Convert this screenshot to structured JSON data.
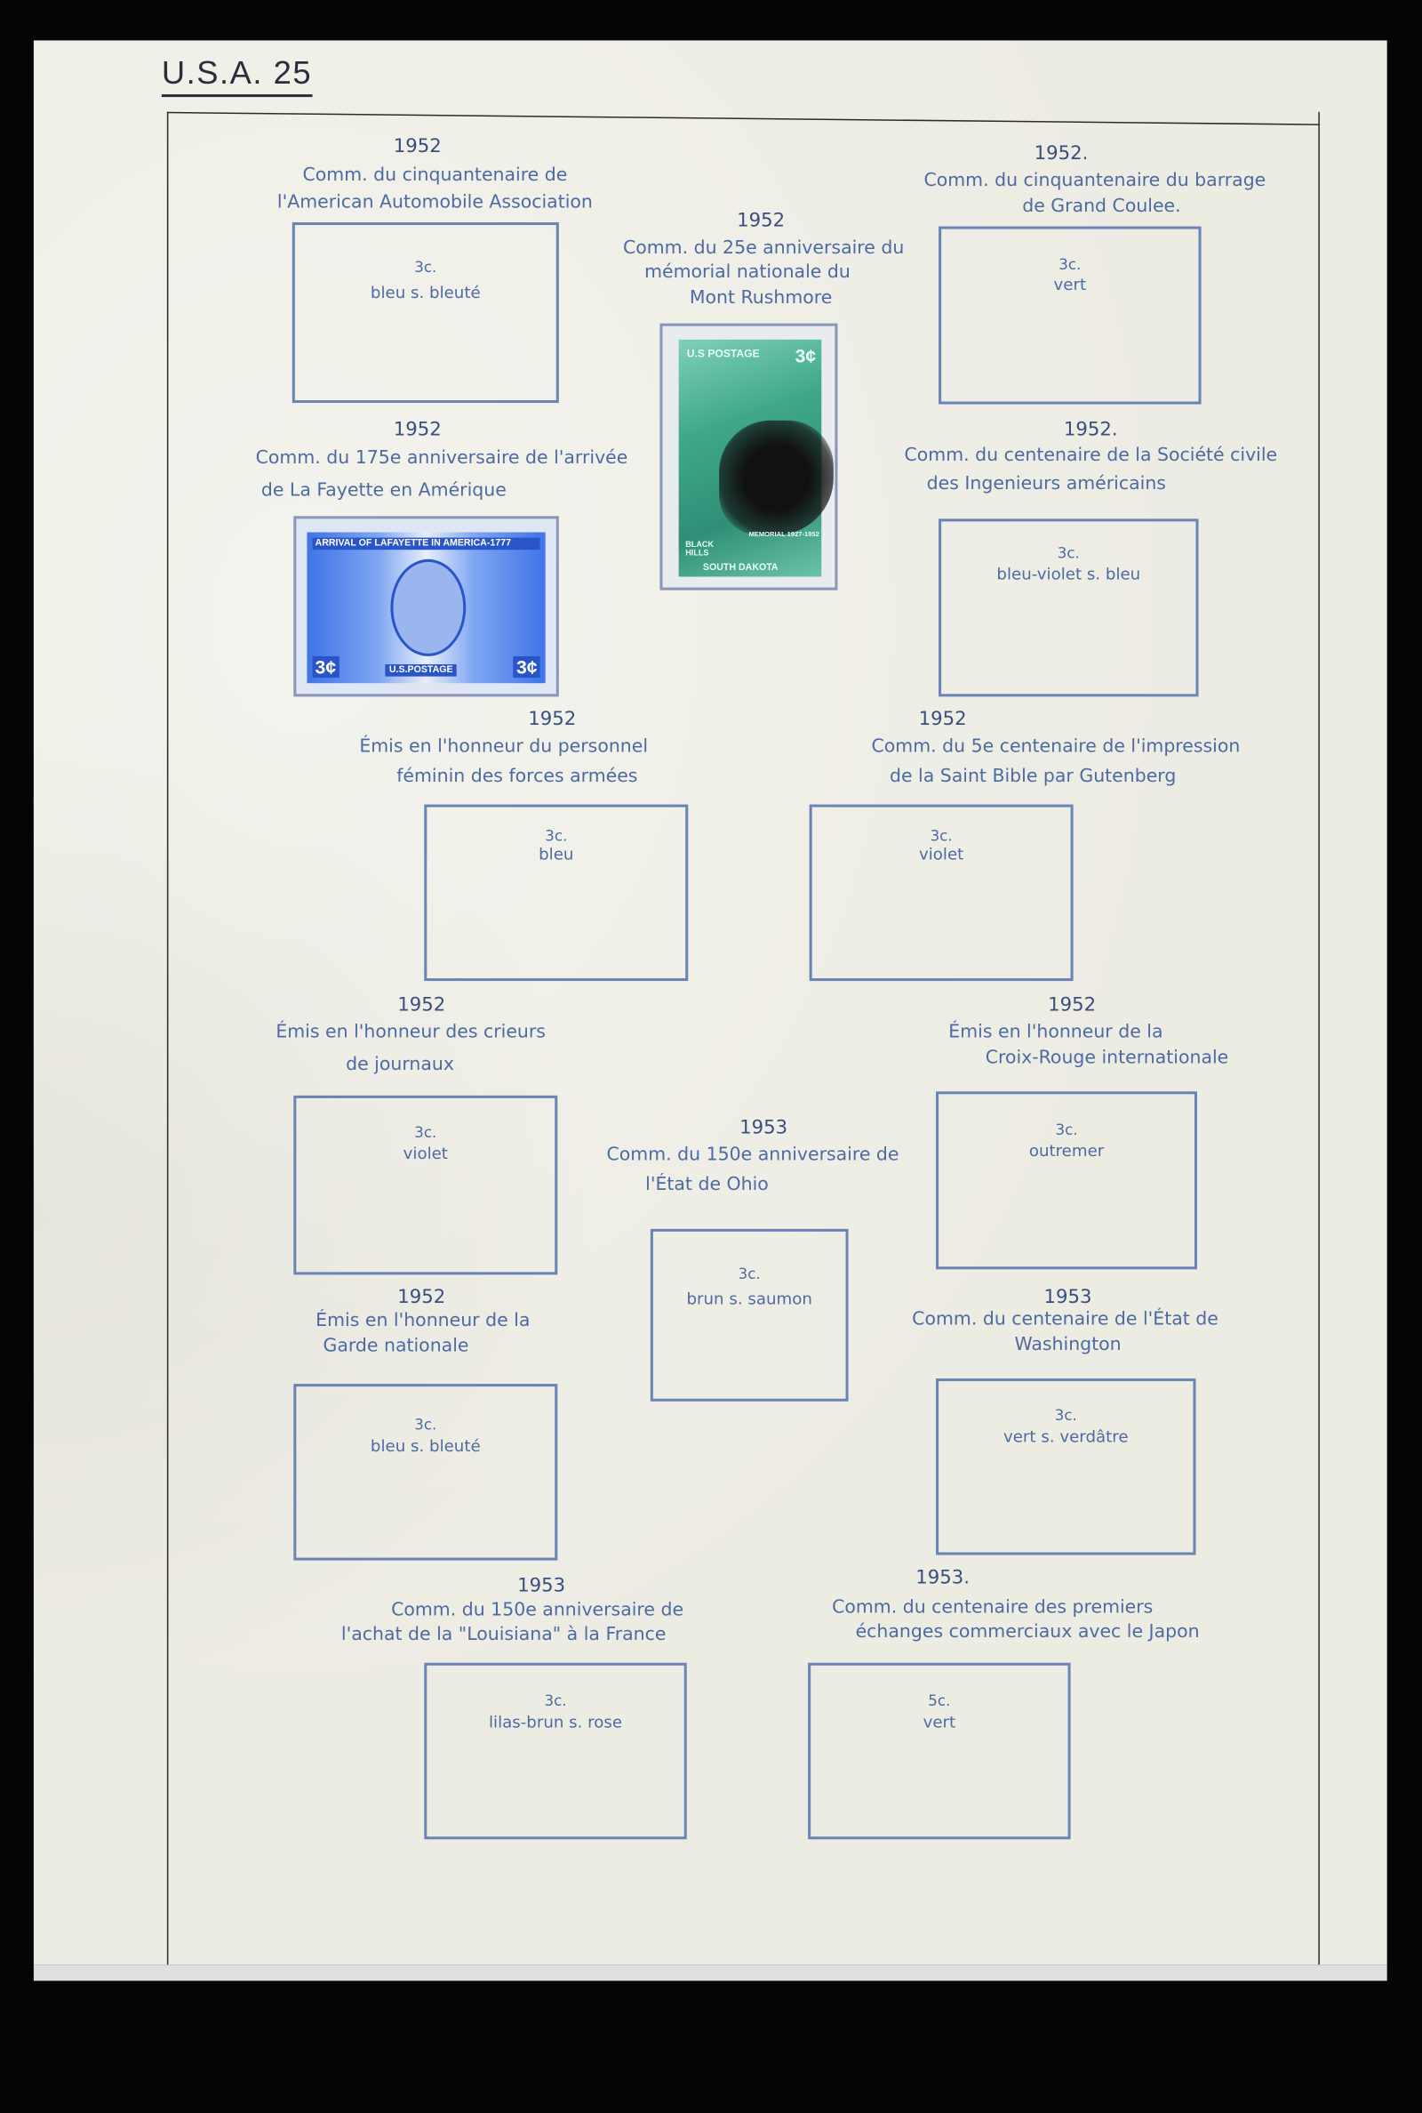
{
  "header": {
    "title": "U.S.A. 25"
  },
  "entries": [
    {
      "year": "1952",
      "lines": [
        "Comm. du cinquantenaire de",
        "l'American Automobile Association"
      ],
      "value": "3c.",
      "color": "bleu s. bleuté"
    },
    {
      "year": "1952",
      "lines": [
        "Comm. du 25e anniversaire du",
        "mémorial nationale du",
        "Mont Rushmore"
      ],
      "stamp": {
        "top": "U.S POSTAGE",
        "denom": "3¢",
        "left": "BLACK HILLS",
        "bottom": "SOUTH DAKOTA",
        "memorial": "MEMORIAL 1927-1952"
      }
    },
    {
      "year": "1952.",
      "lines": [
        "Comm. du cinquantenaire du barrage",
        "de Grand Coulee."
      ],
      "value": "3c.",
      "color": "vert"
    },
    {
      "year": "1952",
      "lines": [
        "Comm. du 175e anniversaire de l'arrivée",
        "de La Fayette en Amérique"
      ],
      "stamp": {
        "top": "ARRIVAL OF LAFAYETTE IN AMERICA-1777",
        "denom": "3¢",
        "bottom": "U.S.POSTAGE"
      }
    },
    {
      "year": "1952.",
      "lines": [
        "Comm. du centenaire de la Société civile",
        "des Ingenieurs américains"
      ],
      "value": "3c.",
      "color": "bleu-violet s. bleu"
    },
    {
      "year": "1952",
      "lines": [
        "Émis en l'honneur du personnel",
        "féminin des forces armées"
      ],
      "value": "3c.",
      "color": "bleu"
    },
    {
      "year": "1952",
      "lines": [
        "Comm. du 5e centenaire de l'impression",
        "de la Saint Bible par Gutenberg"
      ],
      "value": "3c.",
      "color": "violet"
    },
    {
      "year": "1952",
      "lines": [
        "Émis en l'honneur des crieurs",
        "de journaux"
      ],
      "value": "3c.",
      "color": "violet"
    },
    {
      "year": "1952",
      "lines": [
        "Émis en l'honneur de la",
        "Croix-Rouge internationale"
      ],
      "value": "3c.",
      "color": "outremer"
    },
    {
      "year": "1953",
      "lines": [
        "Comm. du 150e anniversaire de",
        "l'État de Ohio"
      ],
      "value": "3c.",
      "color": "brun s. saumon"
    },
    {
      "year": "1952",
      "lines": [
        "Émis en l'honneur de la",
        "Garde nationale"
      ],
      "value": "3c.",
      "color": "bleu s. bleuté"
    },
    {
      "year": "1953",
      "lines": [
        "Comm. du centenaire de l'État de",
        "Washington"
      ],
      "value": "3c.",
      "color": "vert s. verdâtre"
    },
    {
      "year": "1953",
      "lines": [
        "Comm. du 150e anniversaire de",
        "l'achat de la \"Louisiana\" à la France"
      ],
      "value": "3c.",
      "color": "lilas-brun s. rose"
    },
    {
      "year": "1953.",
      "lines": [
        "Comm. du centenaire des premiers",
        "échanges commerciaux avec le Japon"
      ],
      "value": "5c.",
      "color": "vert"
    }
  ]
}
